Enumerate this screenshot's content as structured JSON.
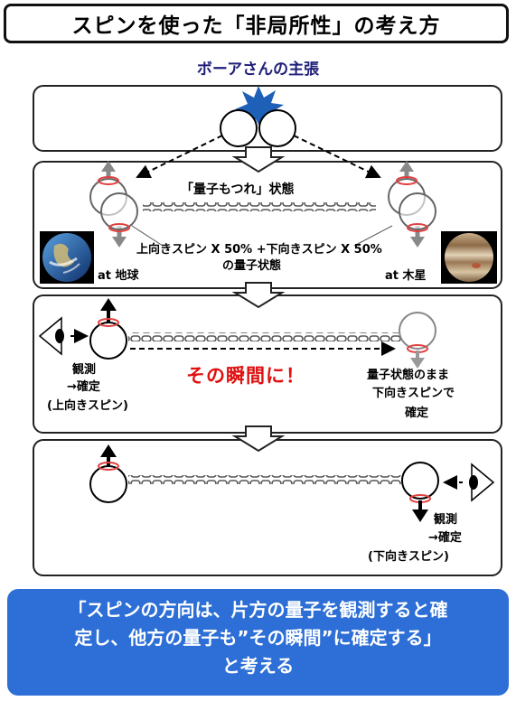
{
  "title": "スピンを使った「非局所性」の考え方",
  "subtitle": "ボーアさんの主張",
  "panel2": {
    "entangled_label": "「量子もつれ」状態",
    "state_line1": "上向きスピン X 50% +下向きスピン X 50%",
    "state_line2": "の量子状態",
    "left_place": "at 地球",
    "right_place": "at 木星"
  },
  "panel3": {
    "observe_line1": "観測",
    "observe_line2": "→確定",
    "observe_line3": "(上向きスピン)",
    "moment": "その瞬間に！",
    "right_line1": "量子状態のまま",
    "right_line2": "下向きスピンで",
    "right_line3": "確定"
  },
  "panel4": {
    "observe_line1": "観測",
    "observe_line2": "→確定",
    "observe_line3": "(下向きスピン)"
  },
  "conclusion": {
    "line1": "「スピンの方向は、片方の量子を観測すると確",
    "line2": "定し、他方の量子も”その瞬間”に確定する」",
    "line3": "と考える"
  },
  "colors": {
    "conclusion_bg": "#2d6fd6",
    "subtitle": "#1f1f7a",
    "highlight_red": "#e01010",
    "spin_ring": "#e04040",
    "burst": "#1e5fb8"
  },
  "icons": [
    "eye-icon",
    "earth-image",
    "jupiter-image",
    "chain-icon",
    "burst-icon",
    "down-arrow-icon"
  ]
}
